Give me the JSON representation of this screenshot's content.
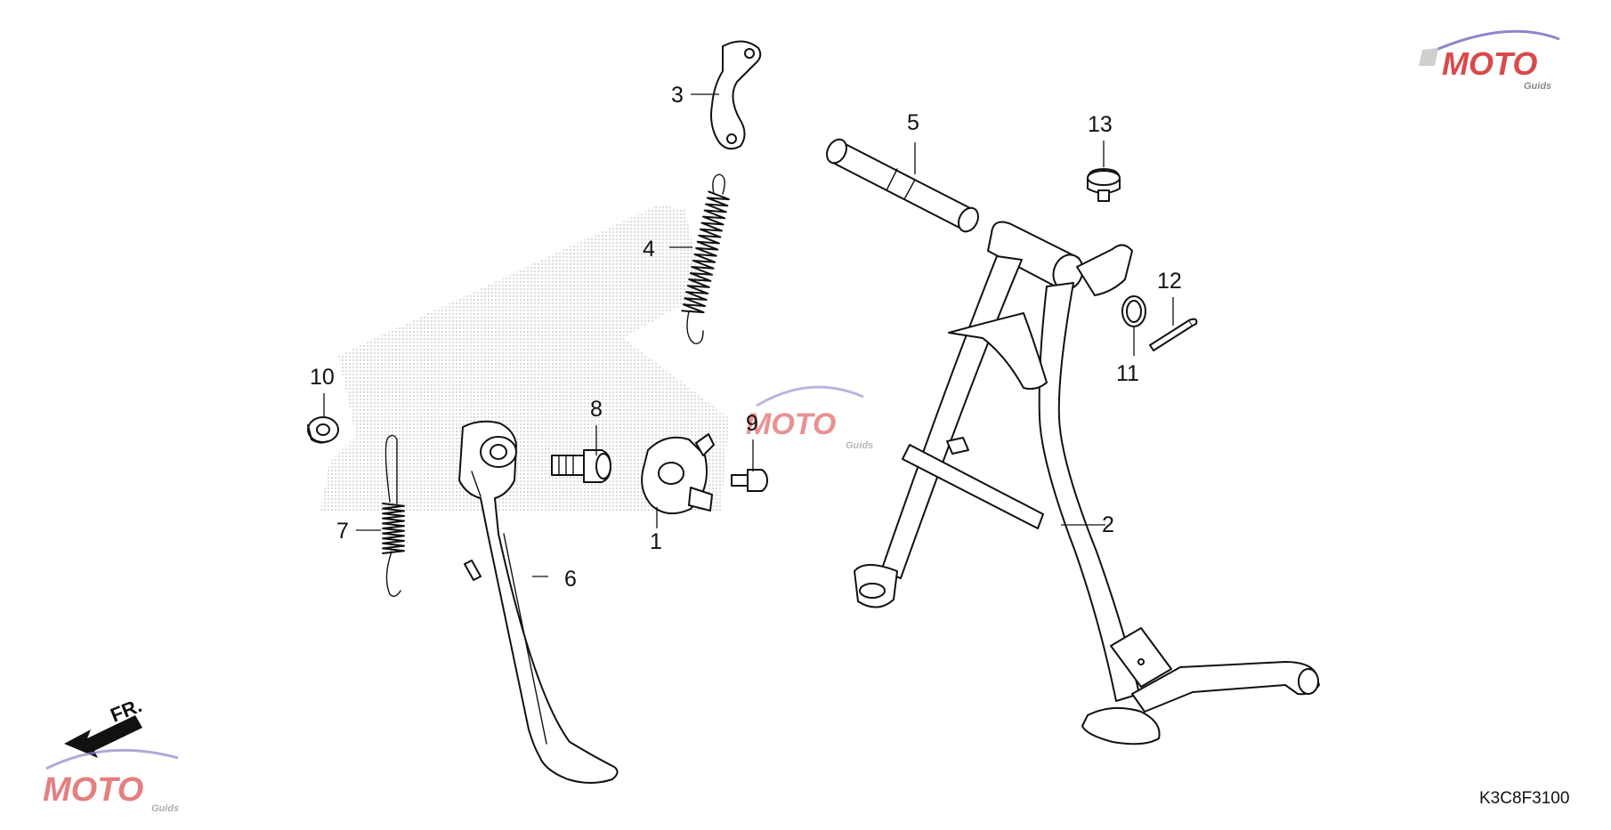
{
  "diagram": {
    "callouts": [
      {
        "id": "c1",
        "label": "1"
      },
      {
        "id": "c2",
        "label": "2"
      },
      {
        "id": "c3",
        "label": "3"
      },
      {
        "id": "c4",
        "label": "4"
      },
      {
        "id": "c5",
        "label": "5"
      },
      {
        "id": "c6",
        "label": "6"
      },
      {
        "id": "c7",
        "label": "7"
      },
      {
        "id": "c8",
        "label": "8"
      },
      {
        "id": "c9",
        "label": "9"
      },
      {
        "id": "c10",
        "label": "10"
      },
      {
        "id": "c11",
        "label": "11"
      },
      {
        "id": "c12",
        "label": "12"
      },
      {
        "id": "c13",
        "label": "13"
      }
    ],
    "direction_label": "FR.",
    "diagram_code": "K3C8F3100",
    "watermark": {
      "brand": "MOTO",
      "sub": "Guids"
    },
    "colors": {
      "line": "#111111",
      "watermark_red": "#d94a4a",
      "watermark_blue": "#8f86c8",
      "watermark_gray": "#8a8a8a"
    }
  }
}
